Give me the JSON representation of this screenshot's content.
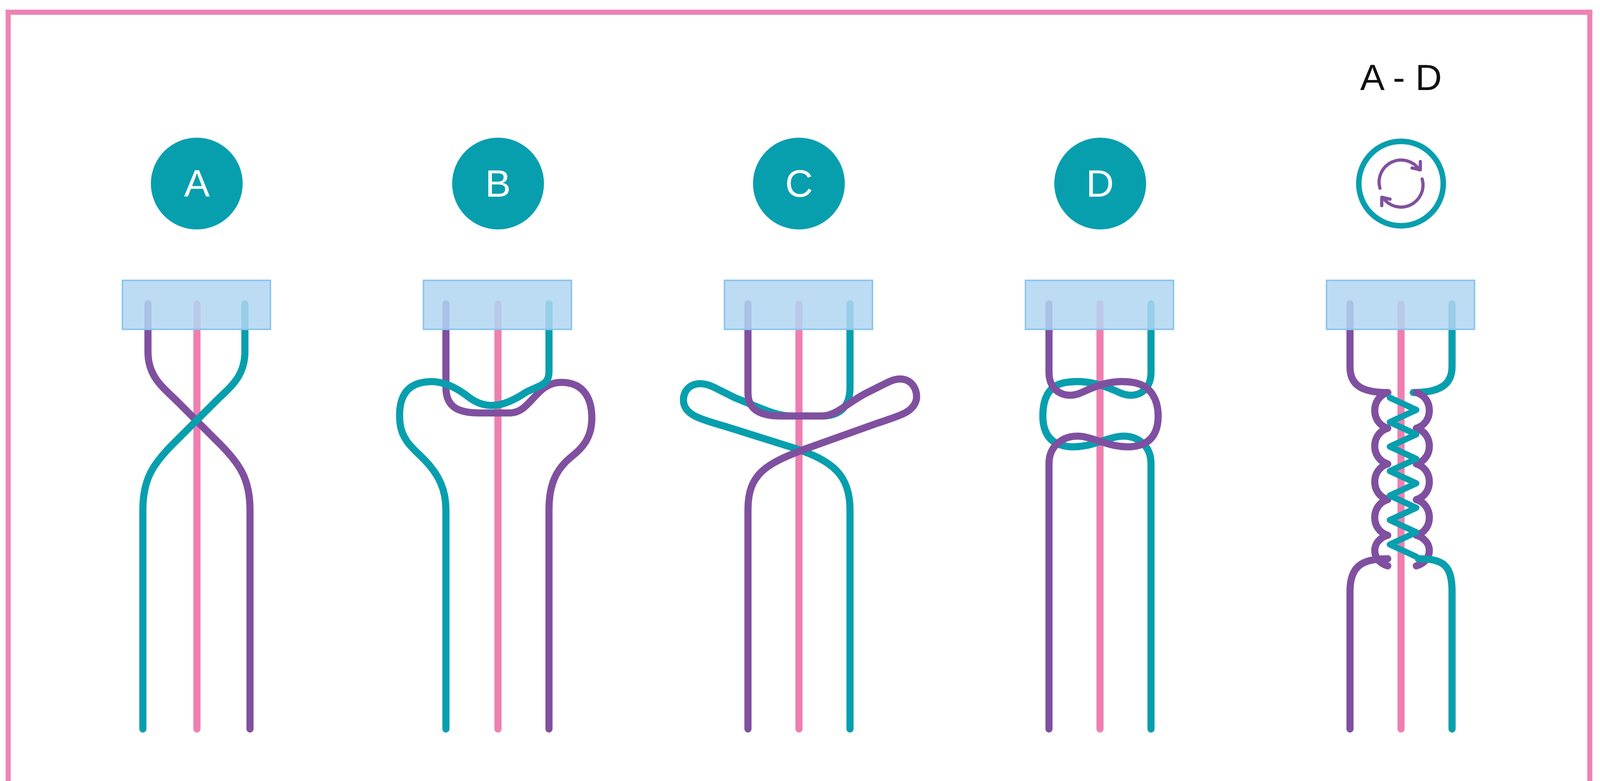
{
  "diagram": {
    "nodes": [
      {
        "text": [
          "A"
        ]
      },
      {
        "text": [
          "B"
        ]
      },
      {
        "text": [
          "C"
        ]
      },
      {
        "text": [
          "D"
        ]
      },
      {
        "text": [
          "A - D"
        ]
      }
    ]
  }
}
